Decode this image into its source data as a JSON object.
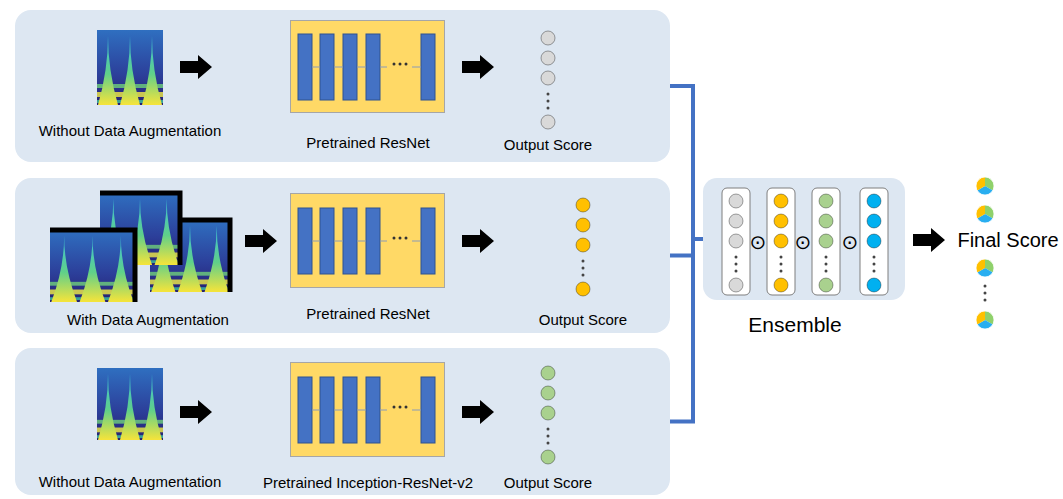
{
  "diagram": {
    "nodes": [
      {
        "text": [
          "Without Data Augmentation"
        ]
      },
      {
        "text": [
          "Pretrained ResNet"
        ],
        "in": 0
      },
      {
        "text": [
          "With Data Augmentation"
        ]
      },
      {
        "text": [
          "Pretrained ResNet"
        ],
        "in": 2
      },
      {
        "text": [
          "Without Data Augmentation"
        ]
      },
      {
        "text": [
          "Pretrained Inception-ResNet-v2"
        ],
        "in": 4
      },
      {
        "text": [
          "Ensemble"
        ]
      }
    ],
    "edges": [
      {
        "from": 0,
        "to": 6,
        "arrow": "none"
      },
      {
        "from": 2,
        "to": 6,
        "arrow": "none"
      },
      {
        "from": 4,
        "to": 6,
        "arrow": "none"
      }
    ],
    "labels": [
      "Output Score",
      "Output Score",
      "Output Score",
      "⊙",
      "⊙",
      "⊙",
      "Final Score"
    ]
  }
}
